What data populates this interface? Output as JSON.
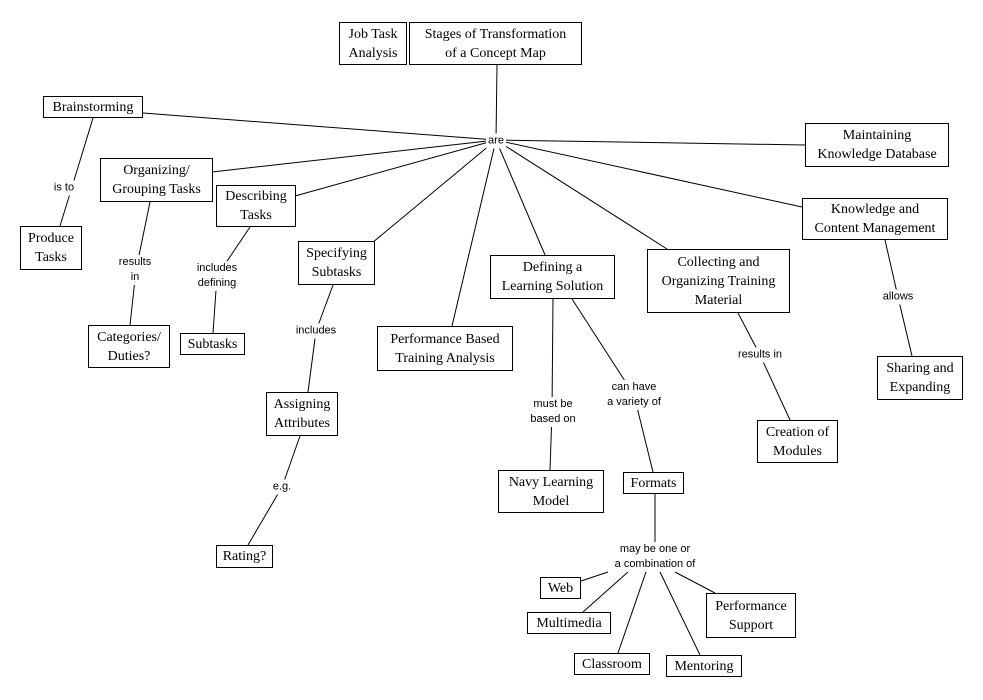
{
  "nodes": {
    "describing": "Describing\nTasks",
    "job_task": "Job Task\nAnalysis",
    "stages": "Stages of Transformation\nof a Concept Map",
    "brainstorming": "Brainstorming",
    "organizing": "Organizing/\nGrouping Tasks",
    "produce": "Produce\nTasks",
    "categories": "Categories/\nDuties?",
    "subtasks": "Subtasks",
    "specifying": "Specifying\nSubtasks",
    "performance_based": "Performance Based\nTraining Analysis",
    "defining": "Defining a\nLearning Solution",
    "collecting": "Collecting and\nOrganizing Training\nMaterial",
    "maintaining": "Maintaining\nKnowledge Database",
    "knowledge": "Knowledge and\nContent Management",
    "sharing": "Sharing and\nExpanding",
    "creation": "Creation of\nModules",
    "navy": "Navy Learning\nModel",
    "formats": "Formats",
    "assigning": "Assigning\nAttributes",
    "rating": "Rating?",
    "web": "Web",
    "multimedia": "Multimedia",
    "classroom": "Classroom",
    "mentoring": "Mentoring",
    "performance_support": "Performance\nSupport"
  },
  "links": {
    "are": "are",
    "is_to": "is to",
    "results_in_1": "results\nin",
    "includes_defining": "includes\ndefining",
    "includes": "includes",
    "eg": "e.g.",
    "must_be": "must be\nbased on",
    "can_have": "can have\na variety of",
    "results_in_2": "results in",
    "allows": "allows",
    "may_be": "may be one or\na combination of"
  }
}
